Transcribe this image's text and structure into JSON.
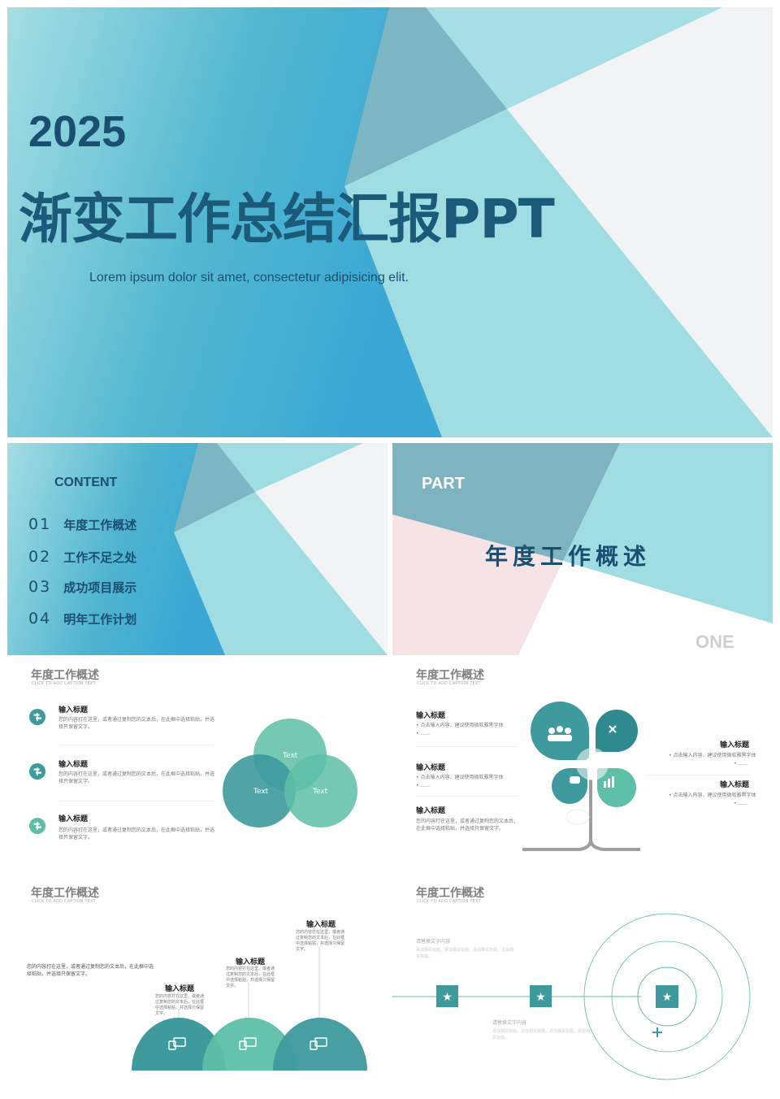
{
  "colors": {
    "dark": "#1b4f72",
    "teal": "#3e9a9c",
    "mint": "#5dbfa6",
    "light": "#9ddce2",
    "blue": "#3ea9d2"
  },
  "cover": {
    "year": "2025",
    "title": "渐变工作总结汇报PPT",
    "subtitle": "Lorem ipsum dolor sit amet, consectetur adipisicing elit."
  },
  "content": {
    "heading": "CONTENT",
    "items": [
      {
        "num": "01",
        "label": "年度工作概述"
      },
      {
        "num": "02",
        "label": "工作不足之处"
      },
      {
        "num": "03",
        "label": "成功项目展示"
      },
      {
        "num": "04",
        "label": "明年工作计划"
      }
    ]
  },
  "part": {
    "label": "PART",
    "title": "年度工作概述",
    "number": "ONE"
  },
  "common": {
    "title": "年度工作概述",
    "caption": "CLICK TO ADD CAPTION TEXT",
    "item_title": "输入标题"
  },
  "slide4": {
    "items": [
      {
        "title": "输入标题",
        "text": "您的内容打在这里，或者通过复制您的文本后，在此框中选择粘贴，并选择只保留文字。"
      },
      {
        "title": "输入标题",
        "text": "您的内容打在这里，或者通过复制您的文本后，在此框中选择粘贴，并选择只保留文字。"
      },
      {
        "title": "输入标题",
        "text": "您的内容打在这里，或者通过复制您的文本后，在此框中选择粘贴，并选择只保留文字。"
      }
    ],
    "venn": [
      "Text",
      "Text",
      "Text"
    ]
  },
  "slide5": {
    "left": [
      {
        "title": "输入标题",
        "b1": "点击输入内容，建议使用微软雅黑字体",
        "b2": "......"
      },
      {
        "title": "输入标题",
        "b1": "点击输入内容，建议使用微软雅黑字体",
        "b2": "......"
      },
      {
        "title": "输入标题",
        "text": "您的内容打在这里，或者通过复制您的文本后，在此框中选择粘贴，并选择只保留文字。"
      }
    ],
    "right": [
      {
        "title": "输入标题",
        "b1": "点击输入内容，建议使用微软雅黑字体",
        "b2": "......"
      },
      {
        "title": "输入标题",
        "b1": "点击输入内容，建议使用微软雅黑字体",
        "b2": "......"
      }
    ]
  },
  "slide6": {
    "intro": "您的内容打在这里，或者通过复制您的文本后，在此框中选择粘贴，并选择只保留文字。",
    "labels": [
      {
        "title": "输入标题",
        "text": "您的内容打在这里，或者通过复制您的文本后，在此框中选择粘贴，并选择只保留文字。"
      },
      {
        "title": "输入标题",
        "text": "您的内容打在这里，或者通过复制您的文本后，在此框中选择粘贴，并选择只保留文字。"
      },
      {
        "title": "输入标题",
        "text": "您的内容打在这里，或者通过复制您的文本后，在此框中选择粘贴，并选择只保留文字。"
      }
    ]
  },
  "slide7": {
    "heading1": "请替换文字内容",
    "heading2": "请替换文字内容",
    "filler": "添加相关标题，添加相关标题，添加相关标题，添加相关标题。"
  }
}
